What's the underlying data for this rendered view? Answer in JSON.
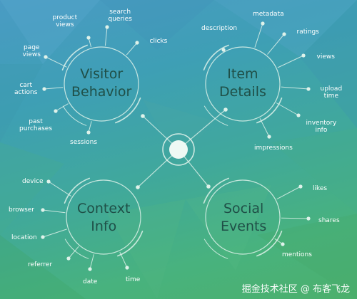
{
  "background": {
    "top": "#4a9bc4",
    "bottom": "#4cb06c"
  },
  "colors": {
    "line": "#dff2ea",
    "title": "#1f4f47",
    "label": "#ffffff",
    "hub": "#eef9f4"
  },
  "clusters": {
    "visitor": {
      "title": [
        "Visitor",
        "Behavior"
      ],
      "labels": [
        [
          "product",
          "views"
        ],
        [
          "search",
          "queries"
        ],
        [
          "clicks"
        ],
        [
          "page",
          "views"
        ],
        [
          "cart",
          "actions"
        ],
        [
          "past",
          "purchases"
        ],
        [
          "sessions"
        ]
      ]
    },
    "item": {
      "title": [
        "Item",
        "Details"
      ],
      "labels": [
        [
          "description"
        ],
        [
          "metadata"
        ],
        [
          "ratings"
        ],
        [
          "views"
        ],
        [
          "upload",
          "time"
        ],
        [
          "inventory",
          "info"
        ],
        [
          "impressions"
        ]
      ]
    },
    "context": {
      "title": [
        "Context",
        "Info"
      ],
      "labels": [
        [
          "device"
        ],
        [
          "browser"
        ],
        [
          "location"
        ],
        [
          "referrer"
        ],
        [
          "date"
        ],
        [
          "time"
        ]
      ]
    },
    "social": {
      "title": [
        "Social",
        "Events"
      ],
      "labels": [
        [
          "likes"
        ],
        [
          "shares"
        ],
        [
          "mentions"
        ]
      ]
    }
  },
  "watermark": "掘金技术社区 @ 布客飞龙"
}
